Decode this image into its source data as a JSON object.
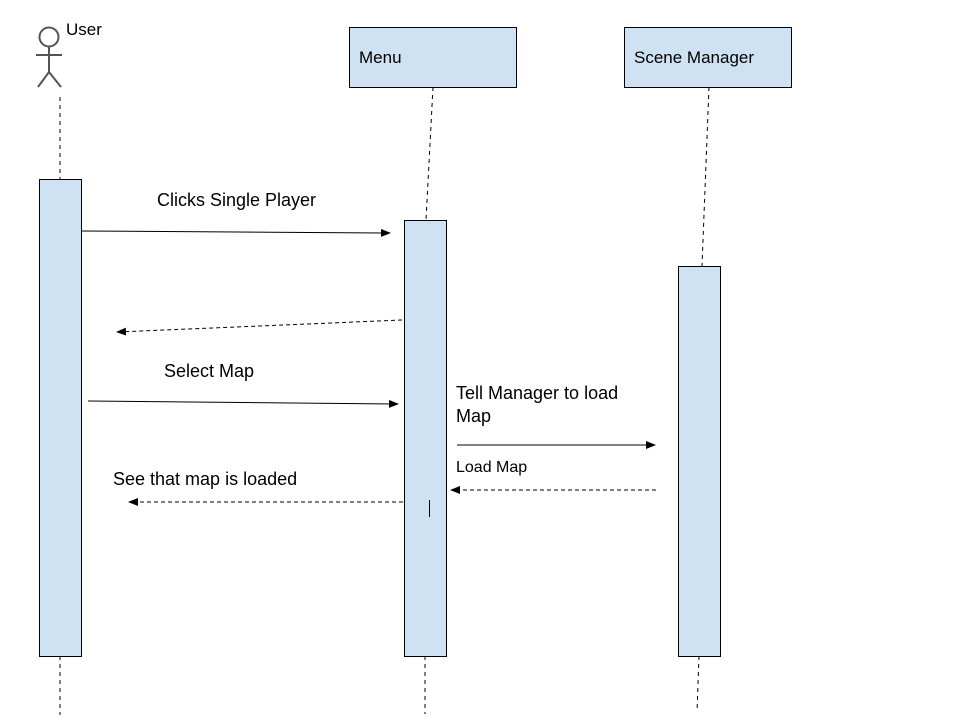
{
  "diagram": {
    "type": "sequence",
    "colors": {
      "box_fill": "#cfe2f3",
      "stroke": "#000000",
      "background": "#ffffff"
    },
    "participants": [
      {
        "id": "user",
        "label": "User",
        "kind": "actor"
      },
      {
        "id": "menu",
        "label": "Menu",
        "kind": "box"
      },
      {
        "id": "scene_manager",
        "label": "Scene Manager",
        "kind": "box"
      }
    ],
    "messages": [
      {
        "from": "user",
        "to": "menu",
        "label": "Clicks Single Player",
        "style": "solid"
      },
      {
        "from": "menu",
        "to": "user",
        "label": "",
        "style": "dashed"
      },
      {
        "from": "user",
        "to": "menu",
        "label": "Select Map",
        "style": "solid"
      },
      {
        "from": "menu",
        "to": "scene_manager",
        "label": "Tell Manager to load Map",
        "style": "solid"
      },
      {
        "from": "scene_manager",
        "to": "menu",
        "label": "Load Map",
        "style": "dashed"
      },
      {
        "from": "menu",
        "to": "user",
        "label": "See that map is loaded",
        "style": "dashed"
      }
    ]
  }
}
